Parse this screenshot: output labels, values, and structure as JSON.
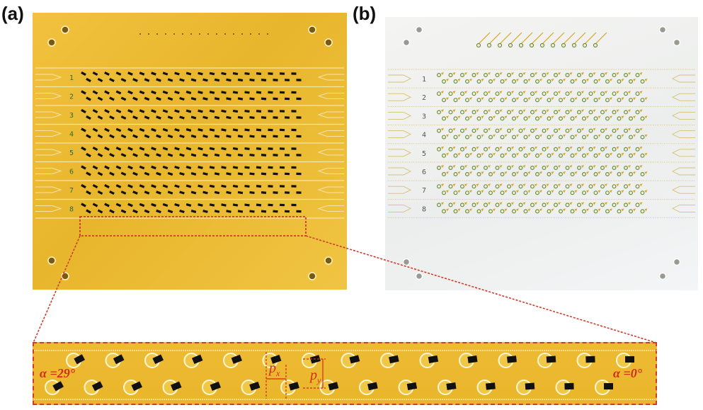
{
  "panels": {
    "a_label": "(a)",
    "b_label": "(b)"
  },
  "board_a": {
    "row_numbers": [
      "1",
      "2",
      "3",
      "4",
      "5",
      "6",
      "7",
      "8"
    ],
    "colors": {
      "substrate": "#ecbb33",
      "element": "#111111",
      "line": "#f7e3a8",
      "label": "#2f6a2f"
    }
  },
  "board_b": {
    "row_numbers": [
      "1",
      "2",
      "3",
      "4",
      "5",
      "6",
      "7",
      "8"
    ],
    "colors": {
      "substrate": "#f1f2f1",
      "via": "#6f8f2f",
      "trace": "#d9a520"
    }
  },
  "zoom": {
    "left_angle": "α =29°",
    "right_angle": "α =0°",
    "px_label": "p",
    "px_sub": "x",
    "py_label": "p",
    "py_sub": "y",
    "colors": {
      "annotation": "#d62a1a"
    }
  }
}
